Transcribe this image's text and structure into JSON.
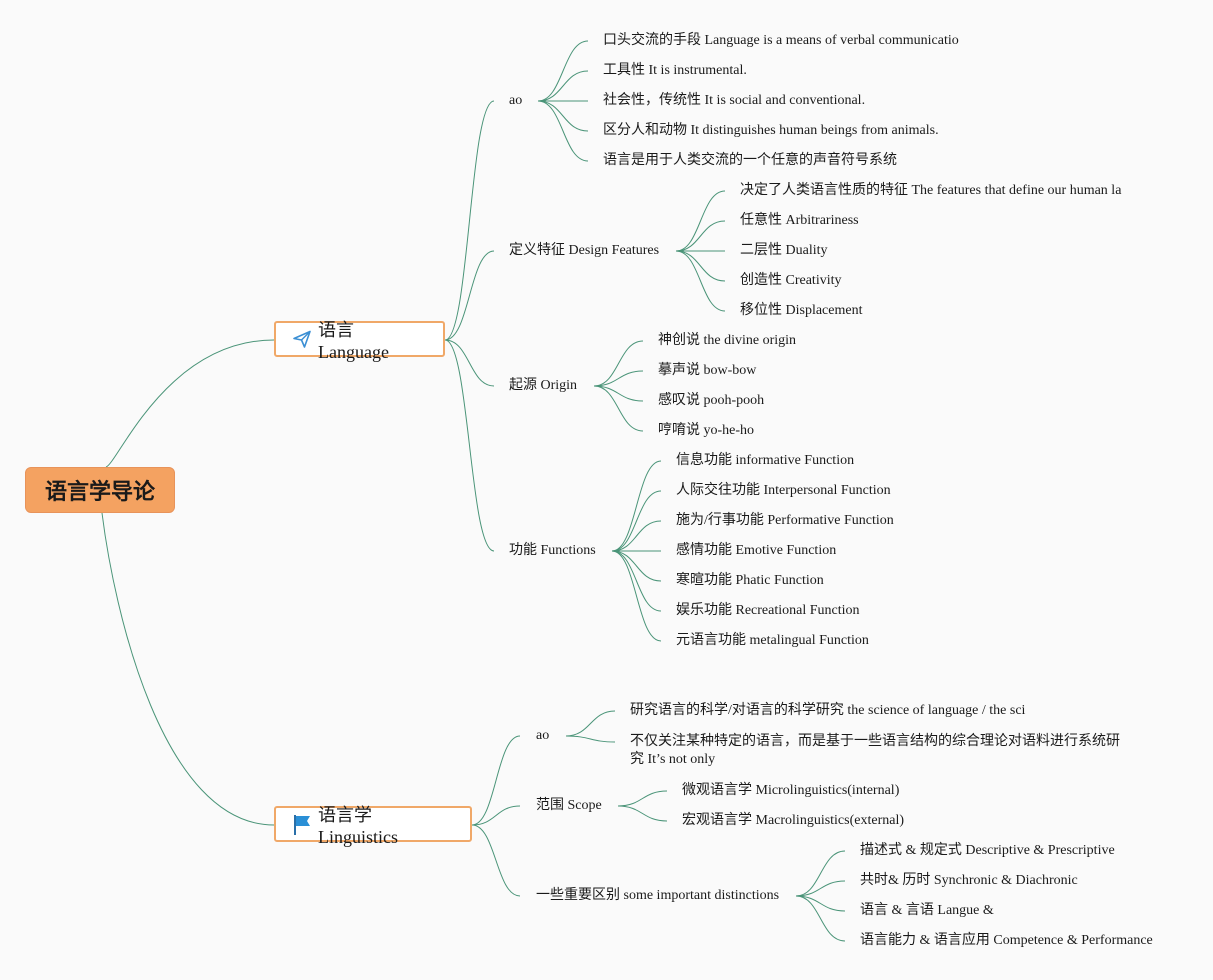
{
  "root": {
    "label": "语言学导论"
  },
  "topics": [
    {
      "label": "语言 Language",
      "icon": "paper-plane-icon",
      "children": [
        {
          "label": "ao",
          "children": [
            "口头交流的手段 Language is a means of verbal communicatio",
            "工具性 It is instrumental.",
            "社会性，传统性 It is social and conventional.",
            "区分人和动物 It distinguishes human beings from animals.",
            "语言是用于人类交流的一个任意的声音符号系统"
          ]
        },
        {
          "label": "定义特征 Design Features",
          "children": [
            "决定了人类语言性质的特征 The features that define our human la",
            "任意性 Arbitrariness",
            "二层性 Duality",
            "创造性 Creativity",
            "移位性 Displacement"
          ]
        },
        {
          "label": "起源 Origin",
          "children": [
            "神创说 the divine origin",
            "摹声说 bow-bow",
            "感叹说 pooh-pooh",
            "哼唷说 yo-he-ho"
          ]
        },
        {
          "label": "功能 Functions",
          "children": [
            "信息功能 informative Function",
            "人际交往功能 Interpersonal Function",
            "施为/行事功能 Performative Function",
            "感情功能 Emotive Function",
            "寒暄功能 Phatic Function",
            "娱乐功能 Recreational Function",
            "元语言功能 metalingual Function"
          ]
        }
      ]
    },
    {
      "label": "语言学 Linguistics",
      "icon": "blue-flag-icon",
      "children": [
        {
          "label": "ao",
          "children": [
            "研究语言的科学/对语言的科学研究 the science of language / the sci",
            "不仅关注某种特定的语言，而是基于一些语言结构的综合理论对语料进行系统研究 It’s not only"
          ]
        },
        {
          "label": "范围 Scope",
          "children": [
            "微观语言学 Microlinguistics(internal)",
            "宏观语言学 Macrolinguistics(external)"
          ]
        },
        {
          "label": "一些重要区别 some important distinctions",
          "children": [
            "描述式 & 规定式 Descriptive & Prescriptive",
            "共时& 历时 Synchronic & Diachronic",
            "语言 & 言语 Langue &",
            "语言能力 & 语言应用 Competence & Performance"
          ]
        }
      ]
    }
  ],
  "colors": {
    "line": "#4a9478",
    "root_fill": "#f4a261",
    "topic_border": "#f0a868",
    "plane_icon": "#3b8fd4",
    "flag_icon": "#2a8fd6"
  }
}
